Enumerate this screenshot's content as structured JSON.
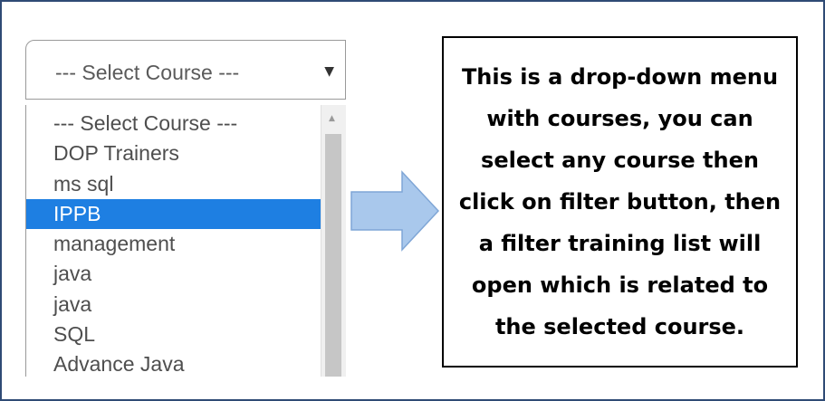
{
  "dropdown": {
    "selected_value": "--- Select Course ---",
    "options": [
      "--- Select Course ---",
      "DOP Trainers",
      "ms sql",
      "IPPB",
      "management",
      "java",
      "java",
      "SQL",
      "Advance Java"
    ],
    "highlighted_option": "IPPB",
    "highlight_color": "#1e7fe2"
  },
  "callout": {
    "text": "This is a drop-down menu with courses, you can select any course then click on filter button, then a filter training list will open which is related to the selected course."
  },
  "icons": {
    "caret": "chevron-down-icon",
    "arrow": "arrow-right-icon"
  },
  "colors": {
    "border": "#2f4b75",
    "arrow_fill": "#a9c8ec",
    "arrow_stroke": "#7fa6d6"
  }
}
